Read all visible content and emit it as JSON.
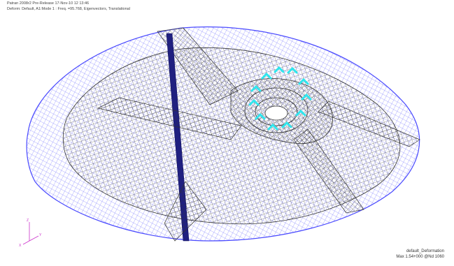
{
  "header": {
    "line1": "Patran 2008r2 Pre-Release 17-Nov-10 12 13:46",
    "line2": "Deform: Default, A1:Mode 1 : Freq. =95.768, Eigenvectors, Translational"
  },
  "legend": {
    "result_title": "default_Deformation",
    "max_label": "Max 1.54+000 @Nd 1060"
  },
  "triad": {
    "x_label": "X",
    "y_label": "Y",
    "z_label": "Z"
  },
  "colors": {
    "background": "#ffffff",
    "undeformed_mesh": "#5a5aff",
    "deformed_mesh": "#2a2a2a",
    "constraint_markers": "#2ee6ee",
    "triad": "#cc33cc"
  }
}
